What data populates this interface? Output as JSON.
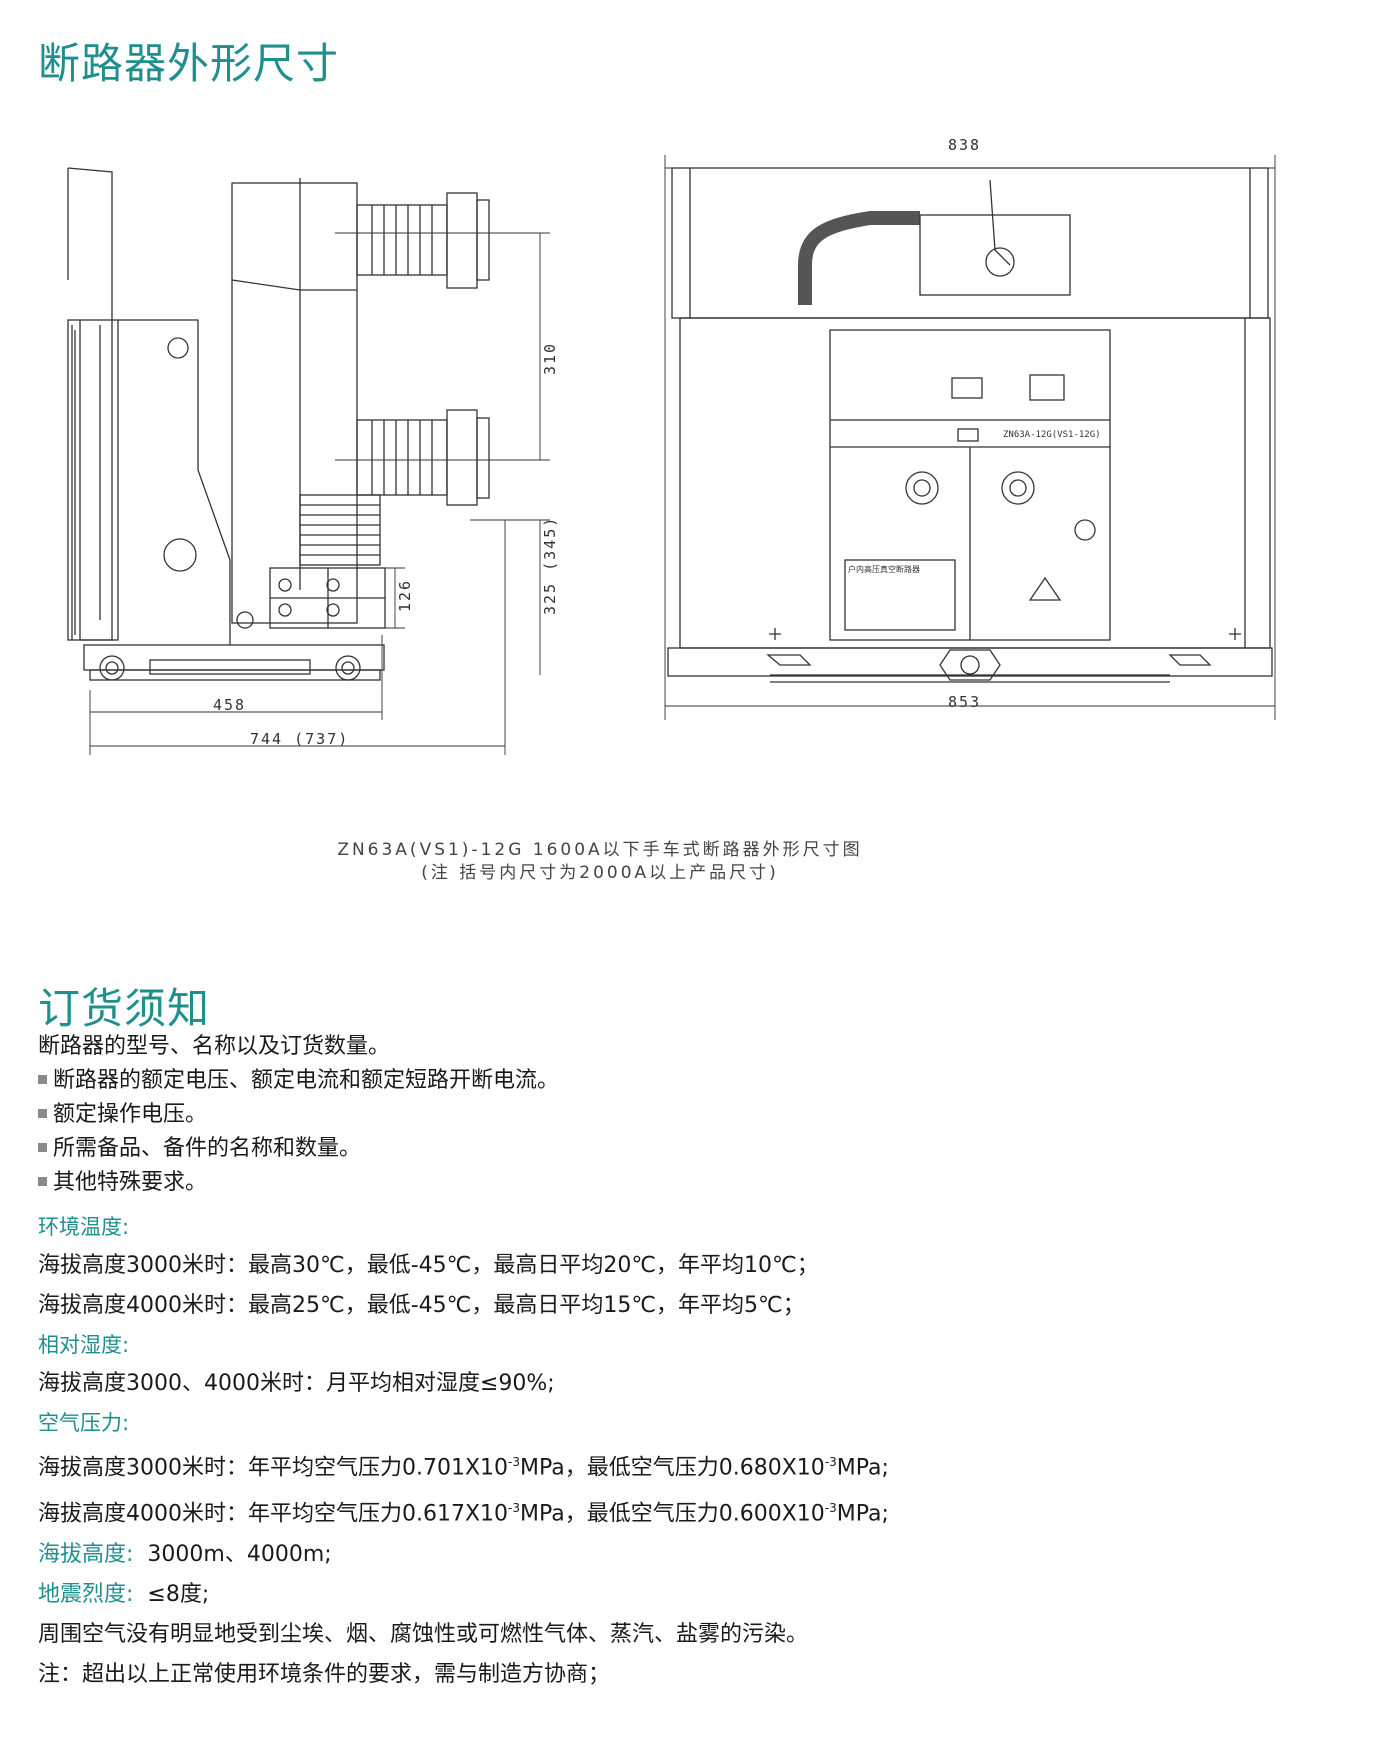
{
  "section1": {
    "title": "断路器外形尺寸"
  },
  "drawing": {
    "left": {
      "dim_width_base": "458",
      "dim_width_total": "744 (737)",
      "dim_height_upper": "310",
      "dim_height_lower": "325 (345)",
      "dim_block": "126"
    },
    "right": {
      "dim_top": "838",
      "dim_bottom": "853",
      "panel_label": "ZN63A-12G(VS1-12G)",
      "nameplate_title": "户内高压真空断路器"
    },
    "caption_line1": "ZN63A(VS1)-12G 1600A以下手车式断路器外形尺寸图",
    "caption_line2": "(注  括号内尺寸为2000A以上产品尺寸)"
  },
  "section2": {
    "title": "订货须知",
    "intro": "断路器的型号、名称以及订货数量。",
    "bullets": [
      "断路器的额定电压、额定电流和额定短路开断电流。",
      "额定操作电压。",
      "所需备品、备件的名称和数量。",
      "其他特殊要求。"
    ]
  },
  "env": {
    "temp_label": "环境温度:",
    "temp_line1": "海拔高度3000米时：最高30℃，最低-45℃，最高日平均20℃，年平均10℃；",
    "temp_line2": "海拔高度4000米时：最高25℃，最低-45℃，最高日平均15℃，年平均5℃；",
    "humidity_label": "相对湿度:",
    "humidity_line": "海拔高度3000、4000米时：月平均相对湿度≤90%;",
    "pressure_label": "空气压力:",
    "pressure_line1_a": "海拔高度3000米时：年平均空气压力0.701X10",
    "pressure_line1_b": "MPa，最低空气压力0.680X10",
    "pressure_line1_c": "MPa;",
    "pressure_line2_a": "海拔高度4000米时：年平均空气压力0.617X10",
    "pressure_line2_b": "MPa，最低空气压力0.600X10",
    "pressure_line2_c": "MPa;",
    "exponent": "-3",
    "altitude_label": "海拔高度:",
    "altitude_value": "3000m、4000m;",
    "seismic_label": "地震烈度:",
    "seismic_value": "≤8度;",
    "pollution": "周围空气没有明显地受到尘埃、烟、腐蚀性或可燃性气体、蒸汽、盐雾的污染。",
    "note": "注：超出以上正常使用环境条件的要求，需与制造方协商；"
  },
  "colors": {
    "accent": "#1f8f8d",
    "line": "#333333"
  }
}
